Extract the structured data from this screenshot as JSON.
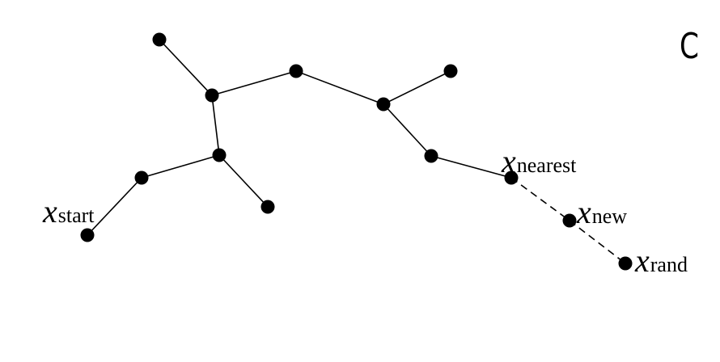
{
  "diagram": {
    "corner_letter": "C",
    "labels": {
      "start": {
        "symbol": "x",
        "subscript": "start"
      },
      "nearest": {
        "symbol": "x",
        "subscript": "nearest"
      },
      "new": {
        "symbol": "x",
        "subscript": "new"
      },
      "rand": {
        "symbol": "x",
        "subscript": "rand"
      }
    },
    "colors": {
      "node": "#000000",
      "edge": "#000000",
      "background": "#ffffff"
    },
    "edge_styles": {
      "tree": "solid",
      "extension": "dashed"
    }
  }
}
